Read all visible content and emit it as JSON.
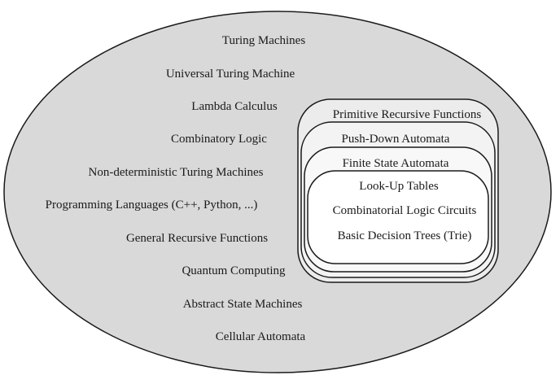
{
  "diagram": {
    "outer_set": {
      "fill": "#d9d9d9",
      "items": [
        "Turing Machines",
        "Universal Turing Machine",
        "Lambda Calculus",
        "Combinatory Logic",
        "Non-deterministic Turing Machines",
        "Programming Languages (C++, Python, ...)",
        "General Recursive Functions",
        "Quantum Computing",
        "Abstract State Machines",
        "Cellular Automata"
      ]
    },
    "nested_sets": [
      {
        "label": "Primitive Recursive Functions",
        "fill": "#ececec"
      },
      {
        "label": "Push-Down Automata",
        "fill": "#f3f3f3"
      },
      {
        "label": "Finite State Automata",
        "fill": "#f8f8f8"
      },
      {
        "fill": "#ffffff",
        "items": [
          "Look-Up Tables",
          "Combinatorial Logic Circuits",
          "Basic Decision Trees (Trie)"
        ]
      }
    ],
    "stroke": "#1a1a1a"
  }
}
